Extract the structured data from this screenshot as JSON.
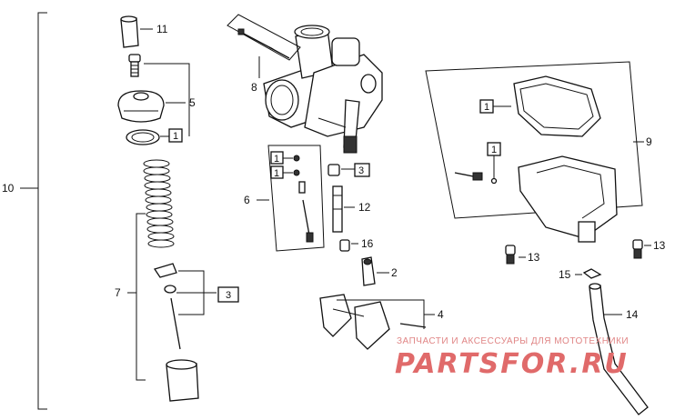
{
  "callouts": {
    "c1": "11",
    "c2": "5",
    "c3": "1",
    "c4": "8",
    "c5": "10",
    "c6": "6",
    "c7": "1",
    "c8": "1",
    "c9": "3",
    "c10": "12",
    "c11": "16",
    "c12": "2",
    "c13": "7",
    "c14": "3",
    "c15": "4",
    "c16": "9",
    "c17": "1",
    "c18": "1",
    "c19": "13",
    "c20": "13",
    "c21": "15",
    "c22": "14"
  },
  "watermark": {
    "caption": "ЗАПЧАСТИ И АКСЕССУАРЫ ДЛЯ МОТОТЕХНИКИ",
    "logo": "PARTSFOR.RU"
  },
  "colors": {
    "line": "#111111",
    "watermark": "#e06a6a"
  }
}
